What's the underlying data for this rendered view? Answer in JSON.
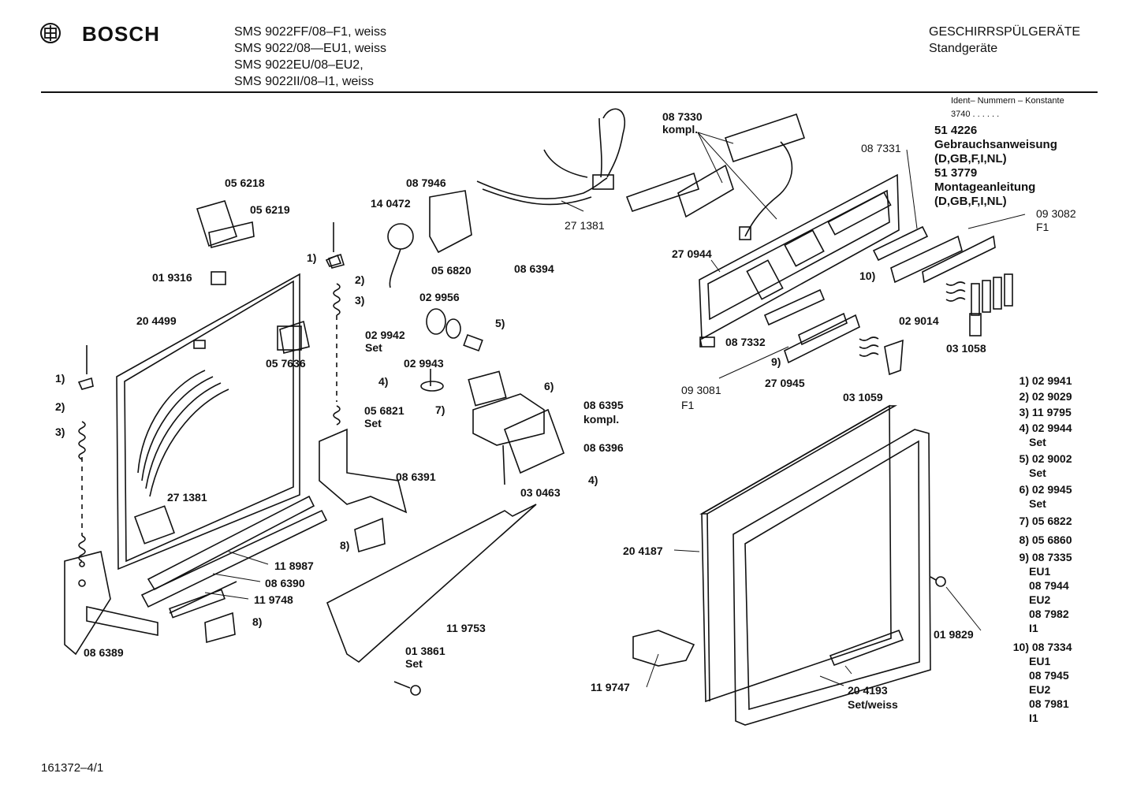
{
  "header": {
    "brand": "BOSCH",
    "models": [
      "SMS 9022FF/08–F1, weiss",
      "SMS 9022/08—EU1, weiss",
      "SMS 9022EU/08–EU2,",
      "SMS 9022II/08–I1, weiss"
    ],
    "category": "GESCHIRRSPÜLGERÄTE",
    "subcategory": "Standgeräte"
  },
  "ident": {
    "title": "Ident– Nummern – Konstante",
    "value": "3740 . . . . . ."
  },
  "documents": {
    "manual_no": "51 4226",
    "manual_title": "Gebrauchsanweisung",
    "manual_langs": "(D,GB,F,I,NL)",
    "install_no": "51 3779",
    "install_title": "Montageanleitung",
    "install_langs": "(D,GB,F,I,NL)"
  },
  "callouts": {
    "p087330": "08 7330",
    "kompl1": "kompl.",
    "p087331": "08 7331",
    "p093082": "09 3082",
    "f1a": "F1",
    "p270944": "27 0944",
    "p087946": "08 7946",
    "p140472": "14 0472",
    "p271381a": "27 1381",
    "p056218": "05 6218",
    "p056219": "05 6219",
    "p019316": "01 9316",
    "p204499": "20 4499",
    "p056820": "05 6820",
    "p086394": "08 6394",
    "p029956": "02 9956",
    "p029942": "02 9942",
    "set1": "Set",
    "p029943": "02 9943",
    "p057636": "05 7636",
    "p056821": "05 6821",
    "set2": "Set",
    "p086395": "08 6395",
    "kompl2": "kompl.",
    "p086396": "08 6396",
    "p030463": "03 0463",
    "p086391": "08 6391",
    "p271381b": "27 1381",
    "p118987": "11 8987",
    "p086390": "08 6390",
    "p119748": "11 9748",
    "p086389": "08 6389",
    "p119753": "11 9753",
    "p013861": "01 3861",
    "set3": "Set",
    "p204187": "20 4187",
    "p119747": "11 9747",
    "p204193": "20 4193",
    "setweiss": "Set/weiss",
    "p019829": "01 9829",
    "p087332": "08 7332",
    "p270945": "27 0945",
    "p093081": "09 3081",
    "f1b": "F1",
    "p031059": "03 1059",
    "p029014": "02 9014",
    "p031058": "03 1058",
    "r1a": "1)",
    "r2a": "2)",
    "r3a": "3)",
    "r1b": "1)",
    "r2b": "2)",
    "r3b": "3)",
    "r4a": "4)",
    "r5": "5)",
    "r6": "6)",
    "r7": "7)",
    "r4b": "4)",
    "r8a": "8)",
    "r8b": "8)",
    "r9": "9)",
    "r10": "10)"
  },
  "legend": [
    {
      "ref": "1)",
      "part": "02 9941"
    },
    {
      "ref": "2)",
      "part": "02 9029"
    },
    {
      "ref": "3)",
      "part": "11 9795"
    },
    {
      "ref": "4)",
      "part": "02 9944",
      "sub": [
        "Set"
      ]
    },
    {
      "ref": "5)",
      "part": "02 9002",
      "sub": [
        "Set"
      ]
    },
    {
      "ref": "6)",
      "part": "02 9945",
      "sub": [
        "Set"
      ]
    },
    {
      "ref": "7)",
      "part": "05 6822"
    },
    {
      "ref": "8)",
      "part": "05 6860"
    },
    {
      "ref": "9)",
      "part": "08 7335",
      "sub": [
        "EU1",
        "08 7944",
        "EU2",
        "08 7982",
        "I1"
      ]
    },
    {
      "ref": "10)",
      "part": "08 7334",
      "sub": [
        "EU1",
        "08 7945",
        "EU2",
        "08 7981",
        "I1"
      ]
    }
  ],
  "footer": {
    "doc_id": "161372–4/1"
  }
}
